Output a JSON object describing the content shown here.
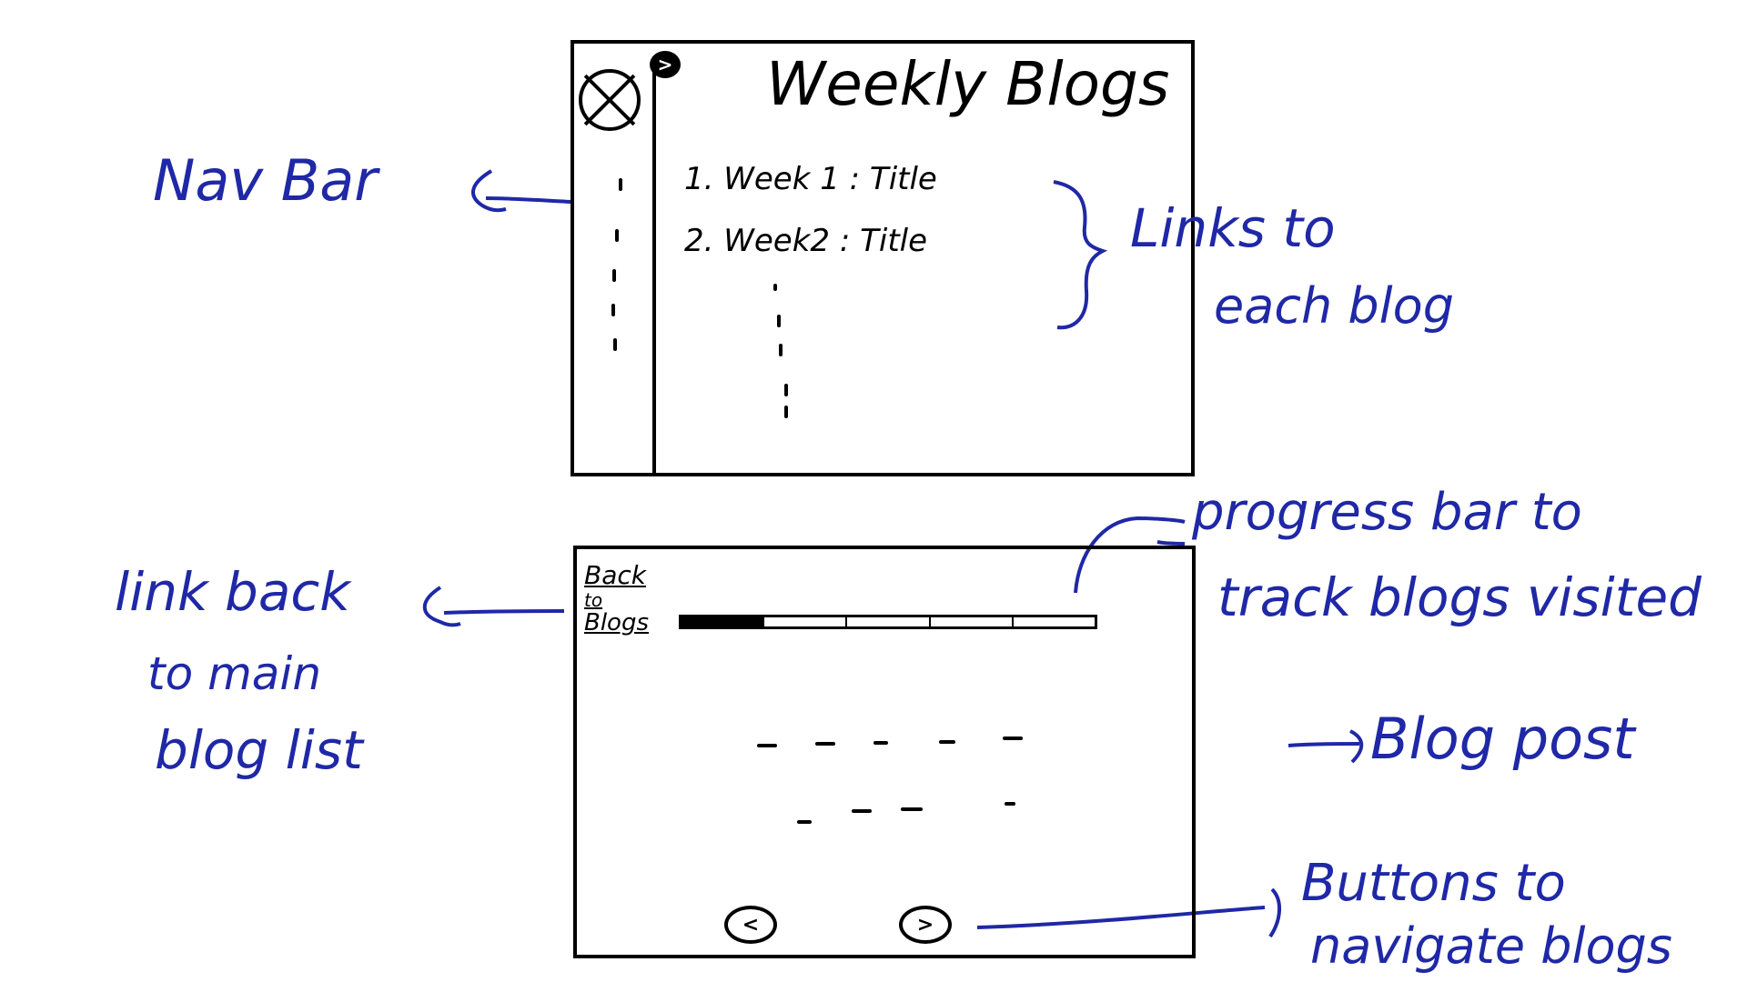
{
  "page_title": "Weekly Blogs",
  "blog_list": [
    {
      "number": "1.",
      "label": "Week 1 : Title"
    },
    {
      "number": "2.",
      "label": "Week2 : Title"
    }
  ],
  "back_link": {
    "line1": "Back",
    "line2": "to",
    "line3": "Blogs"
  },
  "progress": {
    "segments": 5,
    "visited": 1
  },
  "nav_buttons": {
    "prev": "<",
    "next": ">"
  },
  "toggle_icon": ">",
  "annotations": {
    "nav_bar": "Nav Bar",
    "links_to_each_blog_line1": "Links to",
    "links_to_each_blog_line2": "each blog",
    "link_back_line1": "link back",
    "link_back_line2": "to main",
    "link_back_line3": "blog list",
    "progress_bar_line1": "progress bar to",
    "progress_bar_line2": "track blogs visited",
    "blog_post": "Blog post",
    "buttons_line1": "Buttons to",
    "buttons_line2": "navigate blogs"
  },
  "colors": {
    "ink": "#000000",
    "annotation": "#1f28a6"
  }
}
